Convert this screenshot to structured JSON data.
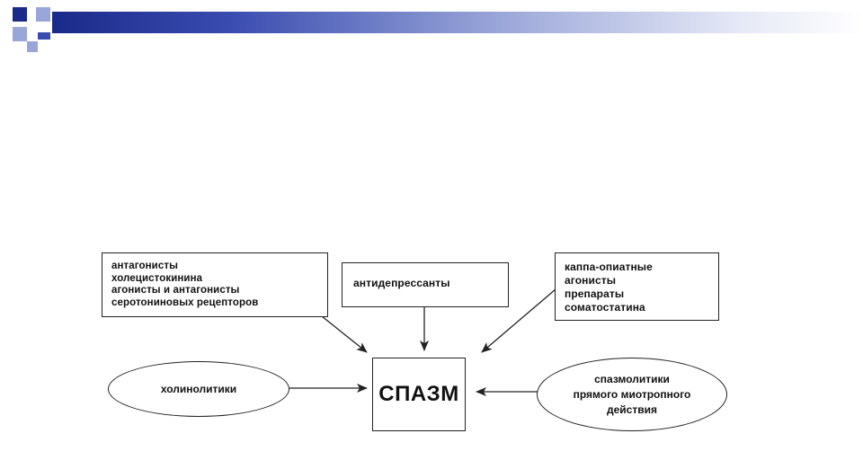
{
  "colors": {
    "accent_dark": "#1a2a8a",
    "accent_mid": "#3a4cb0",
    "square_light": "#9aa6d8",
    "line": "#222222"
  },
  "diagram": {
    "center": "СПАЗМ",
    "top_left": "антагонисты\nхолецистокинина\nагонисты и антагонисты\nсеротониновых рецепторов",
    "top_center": "антидепрессанты",
    "top_right": "каппа-опиатные\nагонисты\nпрепараты\nсоматостатина",
    "left": "холинолитики",
    "right": "спазмолитики\nпрямого миотропного\nдействия"
  }
}
